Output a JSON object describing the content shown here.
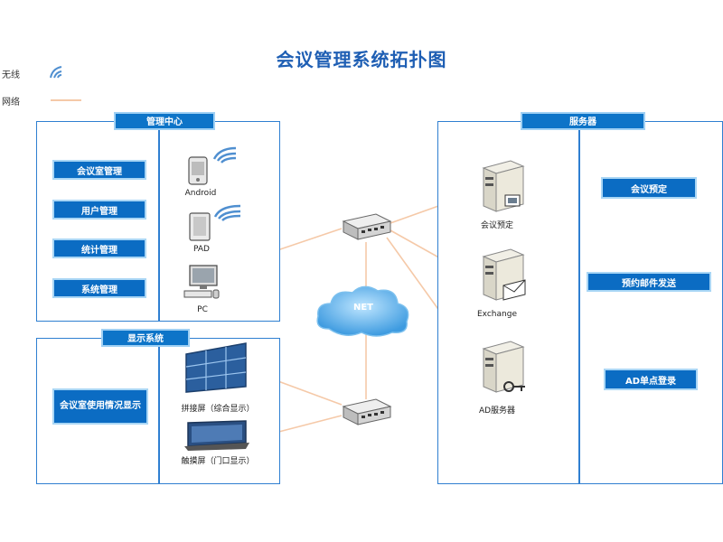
{
  "title": "会议管理系统拓扑图",
  "legend": {
    "wireless": "无线",
    "network": "网络"
  },
  "panels": {
    "management": {
      "header": "管理中心",
      "buttons": [
        "会议室管理",
        "用户管理",
        "统计管理",
        "系统管理"
      ],
      "devices": [
        "Android",
        "PAD",
        "PC"
      ]
    },
    "display": {
      "header": "显示系统",
      "button": "会议室使用情况显示",
      "devices": [
        "拼接屏（综合显示）",
        "触摸屏（门口显示）"
      ]
    },
    "servers": {
      "header": "服务器",
      "devices": [
        "会议预定",
        "Exchange",
        "AD服务器"
      ],
      "functions": [
        "会议预定",
        "预约邮件发送",
        "AD单点登录"
      ]
    }
  },
  "cloud_label": "NET",
  "colors": {
    "title": "#1f5fb4",
    "border": "#2f7fd1",
    "button": "#0b6cc3",
    "network_line": "#f5c9a8",
    "wireless": "#4f8fd0"
  }
}
